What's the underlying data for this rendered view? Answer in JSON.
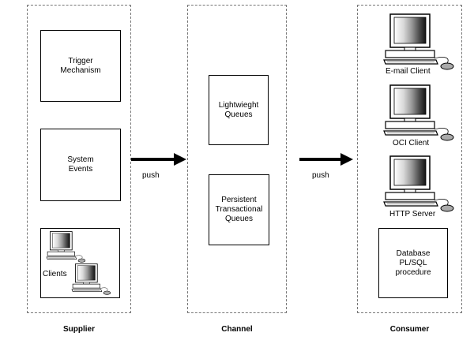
{
  "columns": {
    "supplier": {
      "title": "Supplier"
    },
    "channel": {
      "title": "Channel"
    },
    "consumer": {
      "title": "Consumer"
    }
  },
  "supplier": {
    "trigger": "Trigger\nMechanism",
    "system_events": "System\nEvents",
    "clients": "Clients"
  },
  "channel": {
    "lightweight": "Lightwieght\nQueues",
    "persistent": "Persistent\nTransactional\nQueues"
  },
  "consumer": {
    "email": "E-mail Client",
    "oci": "OCI Client",
    "http": "HTTP Server",
    "db": "Database\nPL/SQL\nprocedure"
  },
  "arrows": {
    "push1": "push",
    "push2": "push"
  },
  "icons": [
    "workstation-icon"
  ]
}
